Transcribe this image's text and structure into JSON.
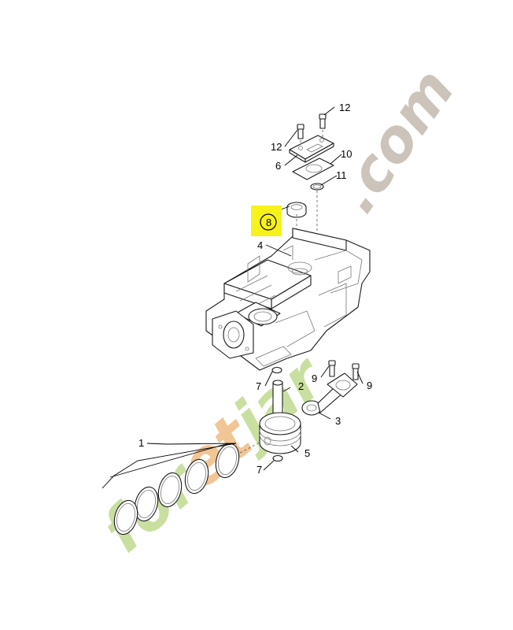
{
  "watermark": {
    "brand_segments": [
      {
        "text": "for",
        "color": "#c9dfa0"
      },
      {
        "text": "et",
        "color": "#f2c595"
      },
      {
        "text": "jar",
        "color": "#c9dfa0"
      }
    ],
    "suffix": ".com",
    "suffix_color": "#ccc4ba"
  },
  "highlight_color": "#f7f21a",
  "callouts": {
    "p1": "1",
    "p2": "2",
    "p3": "3",
    "p4": "4",
    "p5": "5",
    "p6": "6",
    "p7a": "7",
    "p7b": "7",
    "p8": "8",
    "p9a": "9",
    "p9b": "9",
    "p10": "10",
    "p11": "11",
    "p12a": "12",
    "p12b": "12"
  }
}
